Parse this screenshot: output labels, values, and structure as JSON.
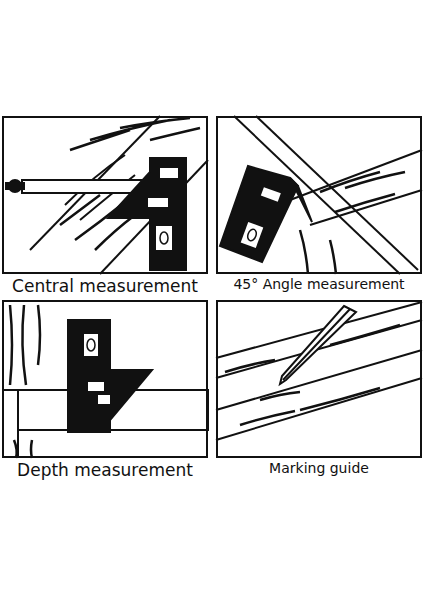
{
  "diagram": {
    "nodes": [
      {
        "text": [
          "Central measurement"
        ]
      },
      {
        "text": [
          "45° Angle measurement"
        ]
      },
      {
        "text": [
          "Depth measurement"
        ]
      },
      {
        "text": [
          "Marking guide"
        ]
      }
    ]
  }
}
